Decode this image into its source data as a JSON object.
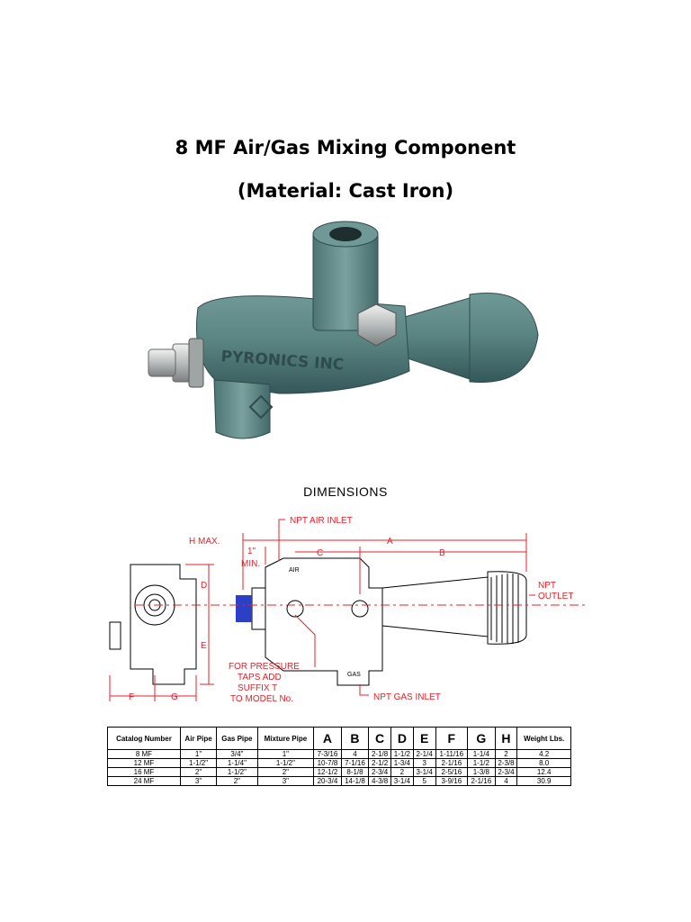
{
  "heading": {
    "line1": "8 MF Air/Gas Mixing Component",
    "line2": "(Material: Cast Iron)"
  },
  "photo": {
    "casting_text": "PYRONICS INC",
    "body_color": "#5f8a88"
  },
  "dimensions_heading": "DIMENSIONS",
  "drawing_labels": {
    "npt_air_inlet": "NPT AIR INLET",
    "h_max": "H MAX.",
    "a": "A",
    "one_inch": "1\"",
    "min": "MIN.",
    "c": "C",
    "b": "B",
    "air": "AIR",
    "d": "D",
    "e": "E",
    "npt": "NPT",
    "outlet": "OUTLET",
    "pressure_1": "FOR PRESSURE",
    "pressure_2": "TAPS ADD",
    "pressure_3": "SUFFIX T",
    "pressure_4": "TO MODEL No.",
    "gas": "GAS",
    "npt_gas_inlet": "NPT GAS INLET",
    "f": "F",
    "g": "G"
  },
  "colors": {
    "dimension_red": "#e8202a",
    "knob_blue": "#2b3fc7"
  },
  "table": {
    "headers": [
      "Catalog Number",
      "Air Pipe",
      "Gas Pipe",
      "Mixture Pipe",
      "A",
      "B",
      "C",
      "D",
      "E",
      "F",
      "G",
      "H",
      "Weight Lbs."
    ],
    "rows": [
      [
        "8 MF",
        "1\"",
        "3/4\"",
        "1\"",
        "7-3/16",
        "4",
        "2-1/8",
        "1-1/2",
        "2-1/4",
        "1-11/16",
        "1-1/4",
        "2",
        "4.2"
      ],
      [
        "12 MF",
        "1-1/2\"",
        "1-1/4\"",
        "1-1/2\"",
        "10-7/8",
        "7-1/16",
        "2-1/2",
        "1-3/4",
        "3",
        "2-1/16",
        "1-1/2",
        "2-3/8",
        "8.0"
      ],
      [
        "16 MF",
        "2\"",
        "1-1/2\"",
        "2\"",
        "12-1/2",
        "8-1/8",
        "2-3/4",
        "2",
        "3-1/4",
        "2-5/16",
        "1-3/8",
        "2-3/4",
        "12.4"
      ],
      [
        "24 MF",
        "3\"",
        "2\"",
        "3\"",
        "20-3/4",
        "14-1/8",
        "4-3/8",
        "3-1/4",
        "5",
        "3-9/16",
        "2-1/16",
        "4",
        "30.9"
      ]
    ]
  }
}
